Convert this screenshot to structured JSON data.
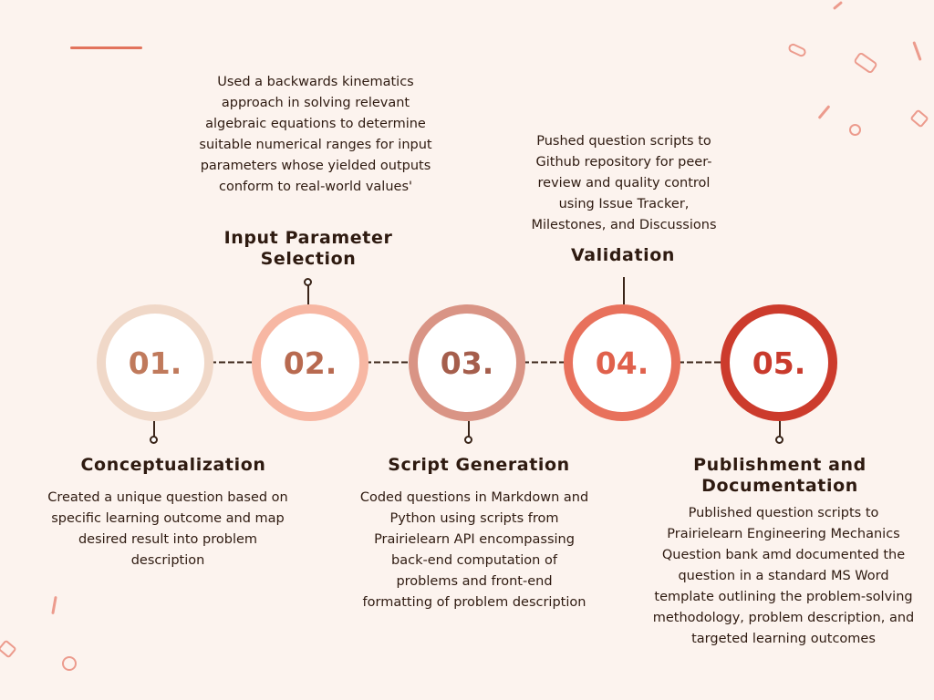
{
  "colors": {
    "background": "#fcf3ee",
    "step1": "#f0d8c8",
    "step2": "#f7b7a3",
    "step3": "#d99485",
    "step4": "#e8715c",
    "step5": "#cc3b2c",
    "text": "#2e1a10",
    "accent": "#e2735c"
  },
  "steps": [
    {
      "number": "01.",
      "title_line1": "Conceptualization",
      "title_line2": "",
      "description": "Created a unique question based on specific learning outcome and map desired result into problem description"
    },
    {
      "number": "02.",
      "title_line1": "Input Parameter",
      "title_line2": "Selection",
      "description": "Used a backwards kinematics approach in solving relevant algebraic equations to determine suitable numerical ranges for input parameters whose yielded outputs conform to real-world values'"
    },
    {
      "number": "03.",
      "title_line1": "Script Generation",
      "title_line2": "",
      "description": "Coded questions in Markdown and Python using scripts from Prairielearn API encompassing back-end computation of problems and front-end formatting of problem description"
    },
    {
      "number": "04.",
      "title_line1": "Validation",
      "title_line2": "",
      "description": "Pushed question scripts to Github repository for peer-review and quality control using Issue Tracker, Milestones, and Discussions"
    },
    {
      "number": "05.",
      "title_line1": "Publishment and",
      "title_line2": "Documentation",
      "description": "Published question scripts to Prairielearn Engineering Mechanics Question bank amd documented the question in a standard MS Word template outlining the problem-solving methodology, problem description, and targeted learning outcomes"
    }
  ]
}
